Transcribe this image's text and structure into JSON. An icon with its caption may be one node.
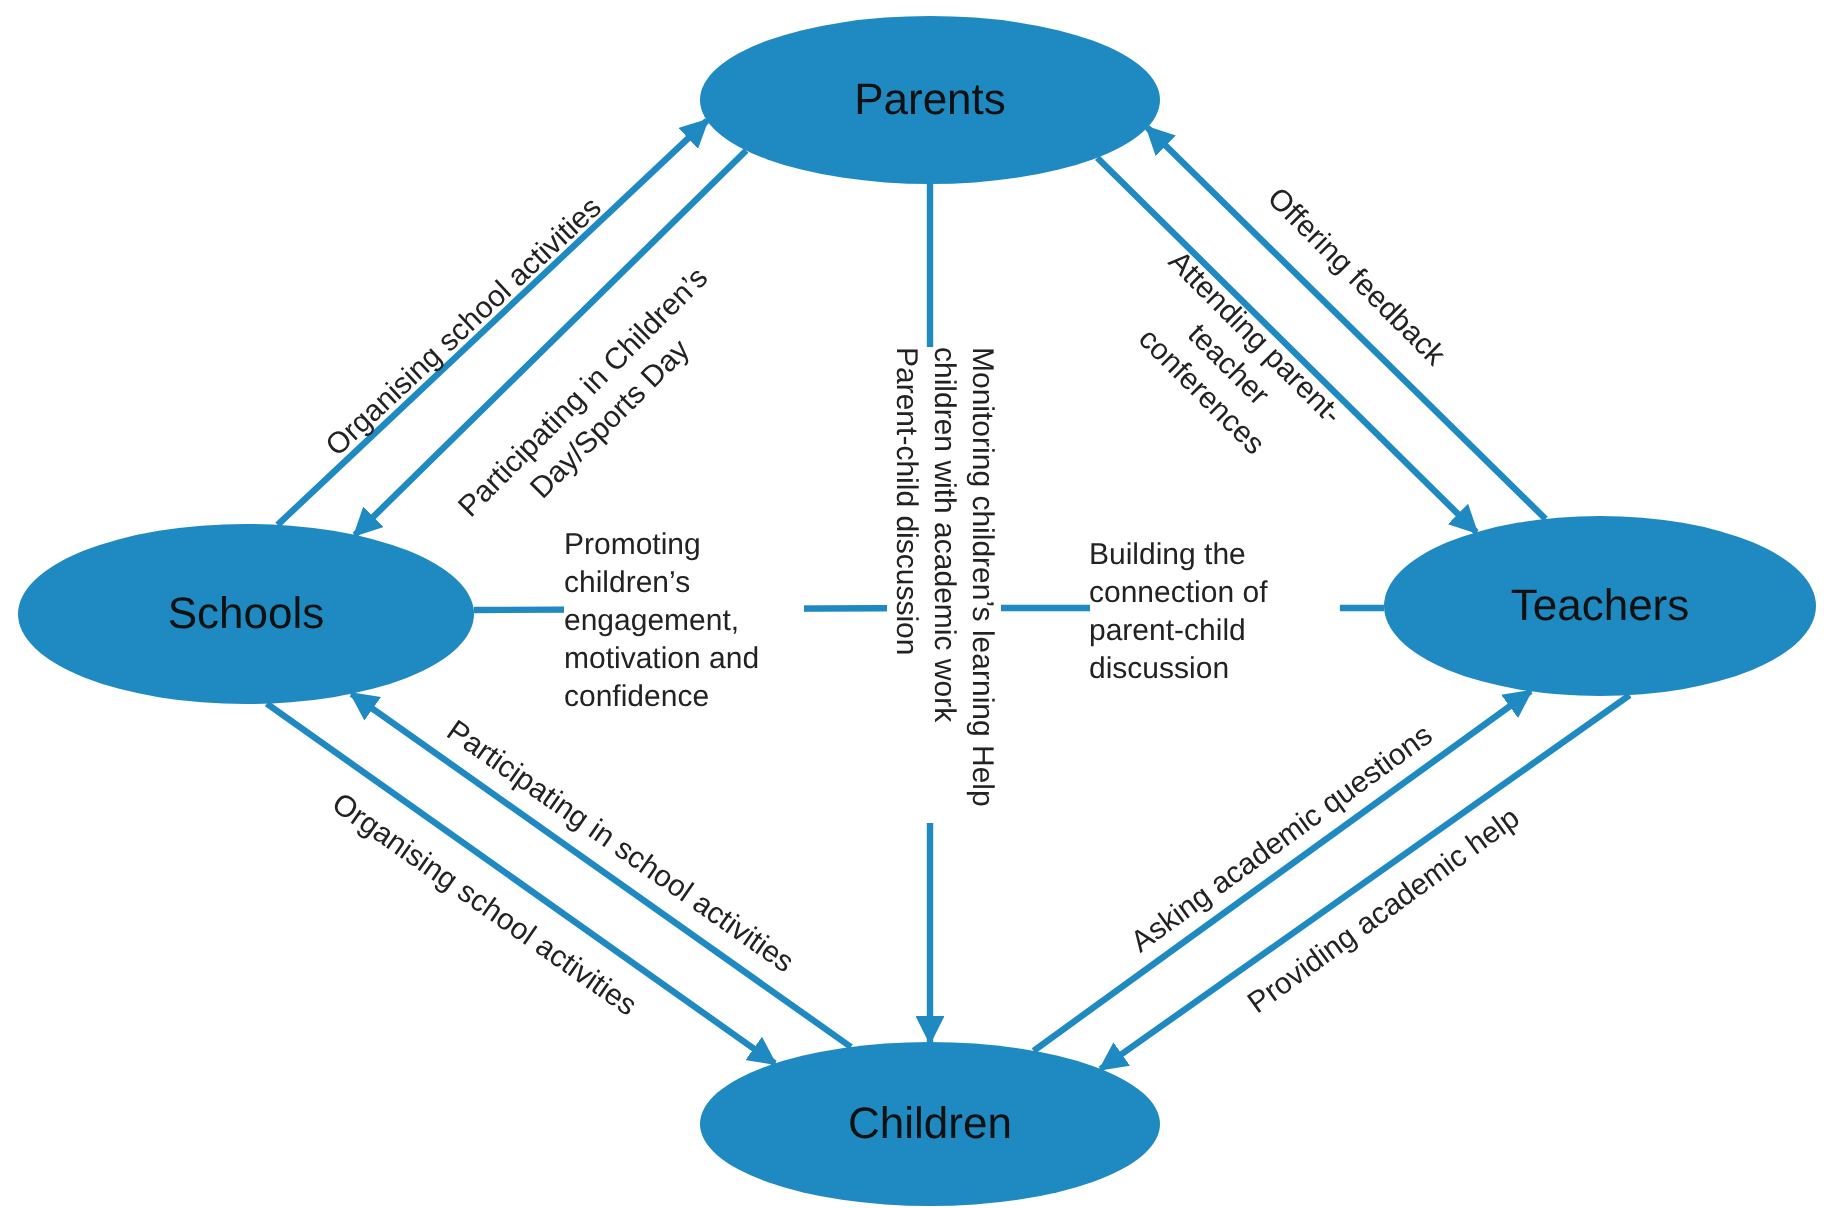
{
  "diagram": {
    "nodes": [
      {
        "text": [
          "Parents"
        ]
      },
      {
        "text": [
          "Schools"
        ]
      },
      {
        "text": [
          "Teachers"
        ]
      },
      {
        "text": [
          "Children"
        ]
      }
    ],
    "edges": [
      {
        "from": 1,
        "to": 0,
        "arrow": "to",
        "label": "Organising school activities"
      },
      {
        "from": 0,
        "to": 1,
        "arrow": "to",
        "label": "Participating in Children’s Day/Sports Day"
      },
      {
        "from": 0,
        "to": 3,
        "arrow": "to",
        "label": "Monitoring children’s learning Help children with academic work Parent-child discussion"
      },
      {
        "from": 1,
        "to": null,
        "arrow": "to",
        "label": "Promoting children’s engagement, motivation and confidence"
      },
      {
        "from": 2,
        "to": null,
        "arrow": "to",
        "label": "Building the connection of parent-child discussion"
      },
      {
        "from": 2,
        "to": 0,
        "arrow": "to",
        "label": "Offering feedback"
      },
      {
        "from": 0,
        "to": 2,
        "arrow": "to",
        "label": "Attending parent-teacher conferences"
      },
      {
        "from": 1,
        "to": 3,
        "arrow": "to",
        "label": "Organising school activities"
      },
      {
        "from": 3,
        "to": 1,
        "arrow": "to",
        "label": "Participating in school activities"
      },
      {
        "from": 3,
        "to": 2,
        "arrow": "to",
        "label": "Asking academic questions"
      },
      {
        "from": 2,
        "to": 3,
        "arrow": "to",
        "label": "Providing academic help"
      }
    ]
  }
}
